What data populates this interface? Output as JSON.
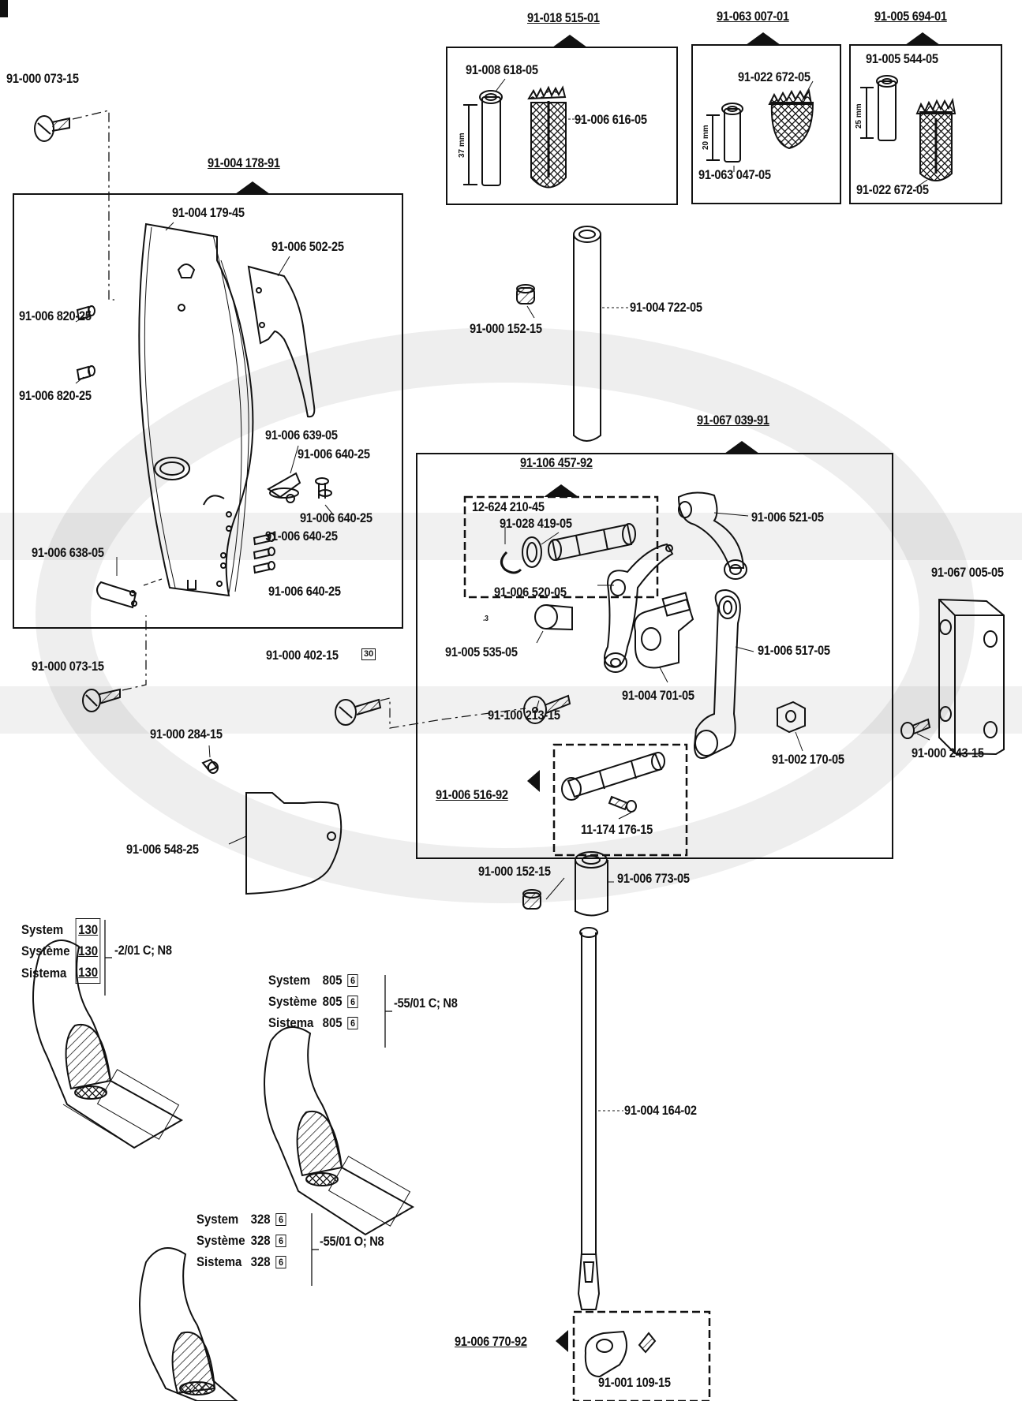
{
  "labels": {
    "top_left_screw": "91-000 073-15",
    "group_plate": "91-004 178-91",
    "plate": "91-004 179-45",
    "plate_arm": "91-006 502-25",
    "pin_a": "91-006 820-25",
    "pin_b": "91-006 820-25",
    "clip": "91-006 639-05",
    "pin_c": "91-006 640-25",
    "pin_d": "91-006 640-25",
    "pin_e": "91-006 640-25",
    "pin_f": "91-006 640-25",
    "bracket": "91-006 638-05",
    "screw_lower_left": "91-000 073-15",
    "grub_small": "91-000 284-15",
    "cover_plate": "91-006 548-25",
    "group_box1": "91-018 515-01",
    "tube1": "91-008 618-05",
    "wick1": "91-006 616-05",
    "group_box2": "91-063 007-01",
    "wick2": "91-022 672-05",
    "tube2": "91-063 047-05",
    "group_box3": "91-005 694-01",
    "tube3": "91-005 544-05",
    "wick3": "91-022 672-05",
    "mm37": "37 mm",
    "mm20": "20 mm",
    "mm25": "25 mm",
    "grub_top": "91-000 152-15",
    "bar_top": "91-004 722-05",
    "group_mech": "91-067 039-91",
    "group_sub": "91-106 457-92",
    "ring": "12-624 210-45",
    "bush": "91-028 419-05",
    "crank_link": "91-006 521-05",
    "lever": "91-006 520-05",
    "pin_head": "91-005 535-05",
    "screw_30": "91-000 402-15",
    "box30": "30",
    "link2": "91-006 517-05",
    "eccentric": "91-004 701-05",
    "washer_screw": "91-100 213-15",
    "square_nut": "91-002 170-05",
    "group_shaft": "91-006 516-92",
    "shaft_screw": "11-174 176-15",
    "guide": "91-067 005-05",
    "guide_screw": "91-000 243-15",
    "grub_mid": "91-000 152-15",
    "bush_mid": "91-006 773-05",
    "needle_bar": "91-004 164-02",
    "group_clamp": "91-006 770-92",
    "clamp_screw": "91-001 109-15",
    "dot": ".3"
  },
  "systems": [
    {
      "rows": [
        {
          "name": "System",
          "num": "130"
        },
        {
          "name": "Système",
          "num": "130"
        },
        {
          "name": "Sistema",
          "num": "130"
        }
      ],
      "suffix": "-2/01 C; N8"
    },
    {
      "rows": [
        {
          "name": "System",
          "num": "805",
          "box": "6"
        },
        {
          "name": "Système",
          "num": "805",
          "box": "6"
        },
        {
          "name": "Sistema",
          "num": "805",
          "box": "6"
        }
      ],
      "suffix": "-55/01 C; N8"
    },
    {
      "rows": [
        {
          "name": "System",
          "num": "328",
          "box": "6"
        },
        {
          "name": "Système",
          "num": "328",
          "box": "6"
        },
        {
          "name": "Sistema",
          "num": "328",
          "box": "6"
        }
      ],
      "suffix": "-55/01 O; N8"
    }
  ]
}
